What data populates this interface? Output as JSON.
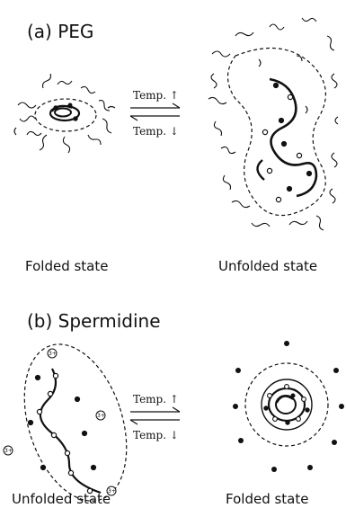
{
  "panel_a": {
    "title": "(a) PEG",
    "left_caption": "Folded state",
    "right_caption": "Unfolded state",
    "temp_up": "Temp. ↑",
    "temp_down": "Temp. ↓"
  },
  "panel_b": {
    "title": "(b) Spermidine",
    "left_caption": "Unfolded state",
    "right_caption": "Folded state",
    "temp_up": "Temp. ↑",
    "temp_down": "Temp. ↓",
    "ion_label": "3+"
  }
}
